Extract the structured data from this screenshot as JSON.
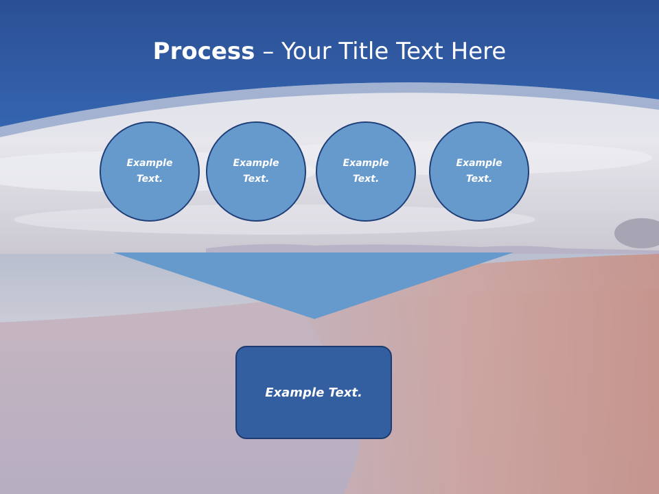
{
  "slide": {
    "title_strong": "Process",
    "title_dash": " – ",
    "title_rest": "Your Title Text Here"
  },
  "process_steps": [
    {
      "label": "Example Text."
    },
    {
      "label": "Example Text."
    },
    {
      "label": "Example Text."
    },
    {
      "label": "Example Text."
    }
  ],
  "result": {
    "label": "Example Text."
  },
  "colors": {
    "header_blue": "#2f5aa3",
    "circle_fill": "#6699cc",
    "circle_border": "#1f3f78",
    "arrow_fill": "#6699cc",
    "result_fill": "#335fa0"
  }
}
